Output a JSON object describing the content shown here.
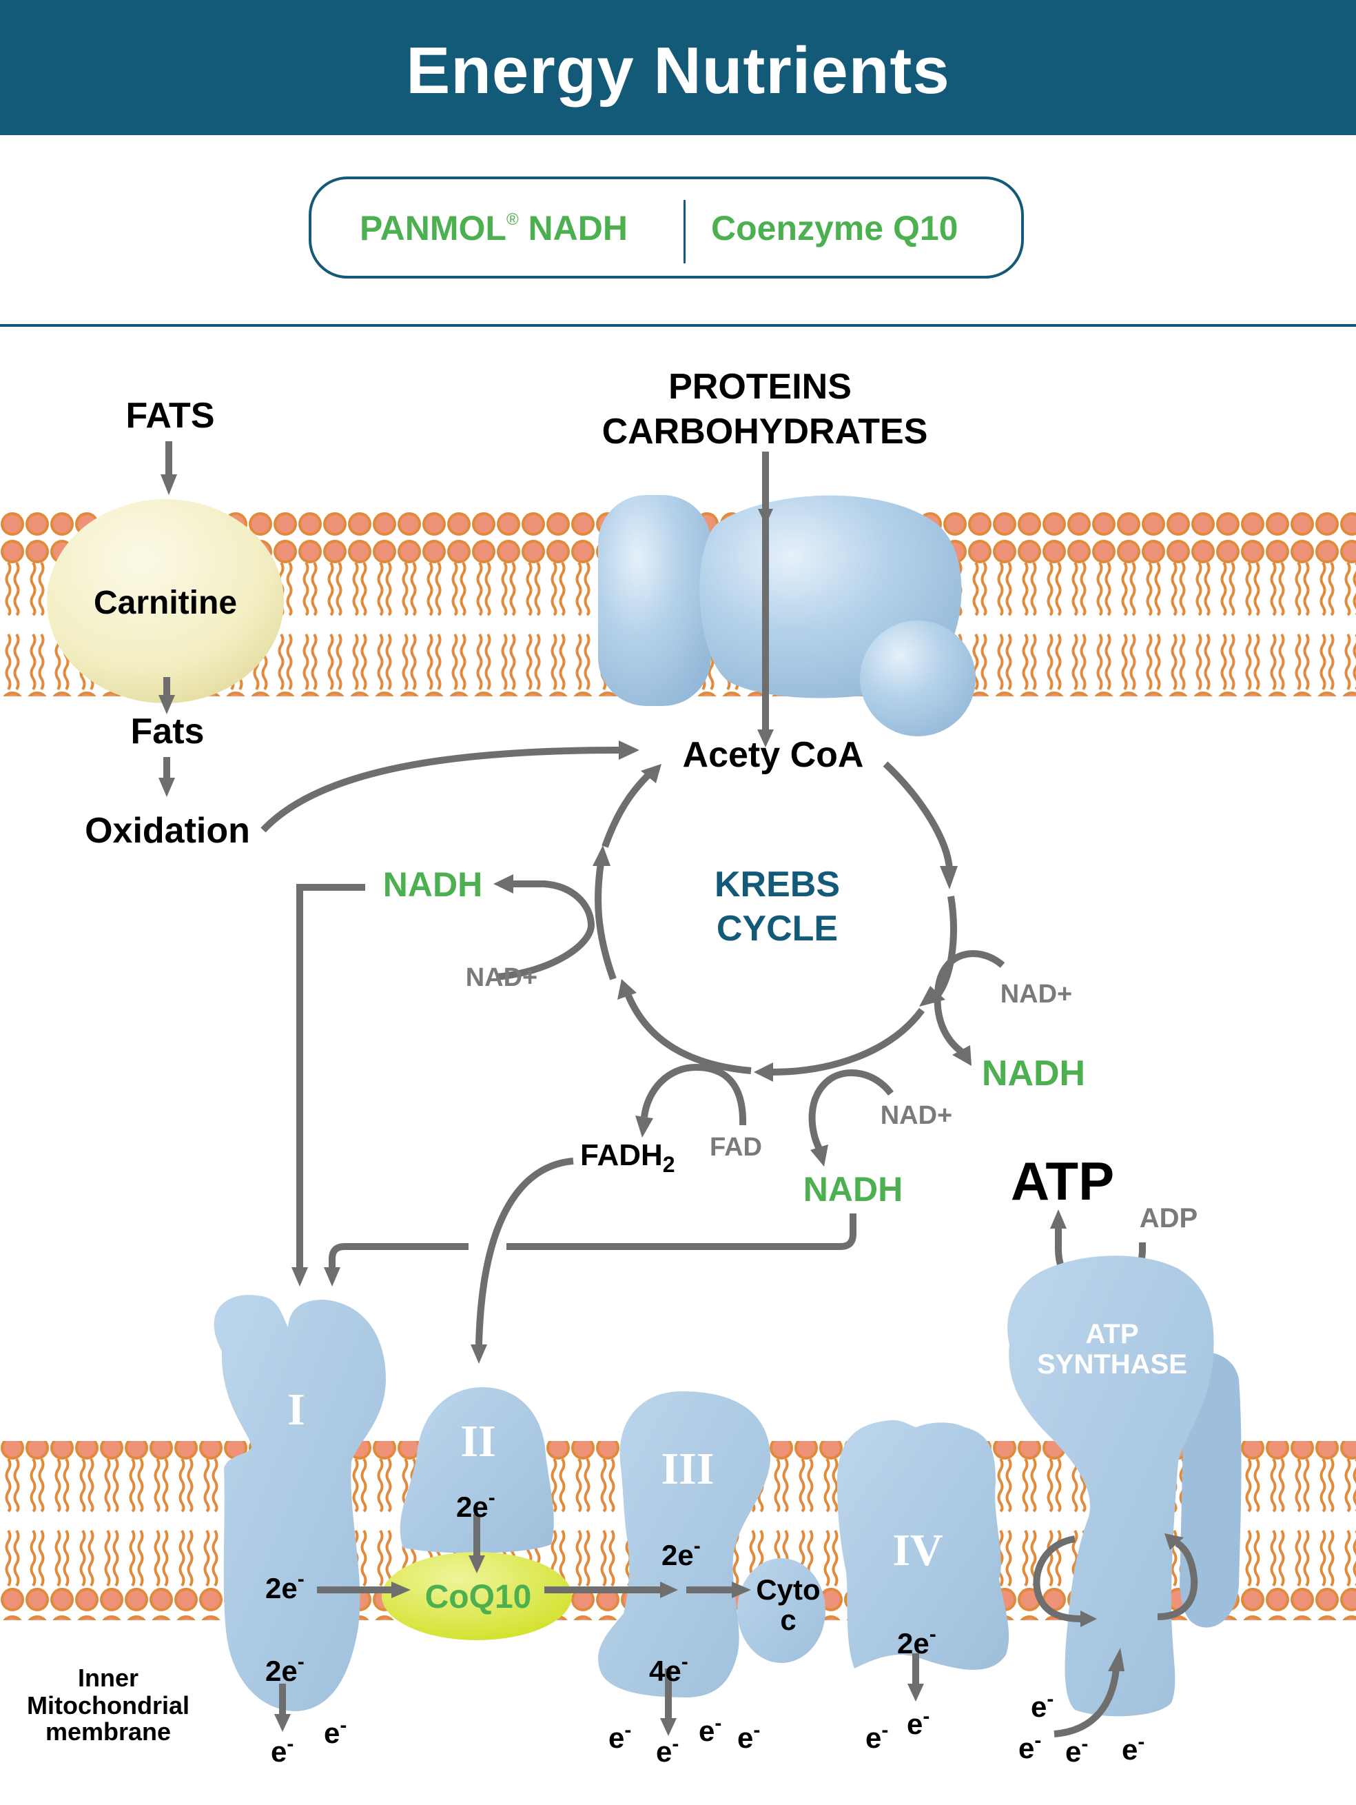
{
  "header": {
    "title": "Energy Nutrients"
  },
  "nutrients": {
    "left": {
      "name": "PANMOL",
      "mark": "®",
      "suffix": " NADH"
    },
    "right": "Coenzyme Q10"
  },
  "inputs": {
    "fats": "FATS",
    "proteins": "PROTEINS",
    "carbohydrates": "CARBOHYDRATES"
  },
  "carnitine": {
    "label": "Carnitine",
    "output": "Fats",
    "process": "Oxidation"
  },
  "krebs": {
    "entry": "Acety CoA",
    "title_line1": "KREBS",
    "title_line2": "CYCLE",
    "cofactors": {
      "nad_plus": "NAD+",
      "nadh": "NADH",
      "fad": "FAD",
      "fadh2_base": "FADH",
      "fadh2_sub": "2"
    }
  },
  "membrane_label": {
    "line1": "Inner",
    "line2": "Mitochondrial",
    "line3": "membrane"
  },
  "complexes": {
    "c1": "I",
    "c2": "II",
    "c3": "III",
    "c4": "IV",
    "coq10": "CoQ10",
    "cyto_line1": "Cyto",
    "cyto_line2": "c",
    "atp_synthase_line1": "ATP",
    "atp_synthase_line2": "SYNTHASE"
  },
  "electrons": {
    "two": "2e",
    "four": "4e",
    "single": "e",
    "charge": "-"
  },
  "energy": {
    "atp": "ATP",
    "adp": "ADP"
  },
  "colors": {
    "brand_teal": "#125a78",
    "green": "#4caf50",
    "arrow_gray": "#6e6e6e",
    "protein_blue": "#a9c8e2",
    "lipid_orange": "#e08a3c",
    "lipid_head": "#ee9278",
    "carnitine_yellow": "#f4f0c6",
    "coq10_yellow": "#d6e62e"
  }
}
